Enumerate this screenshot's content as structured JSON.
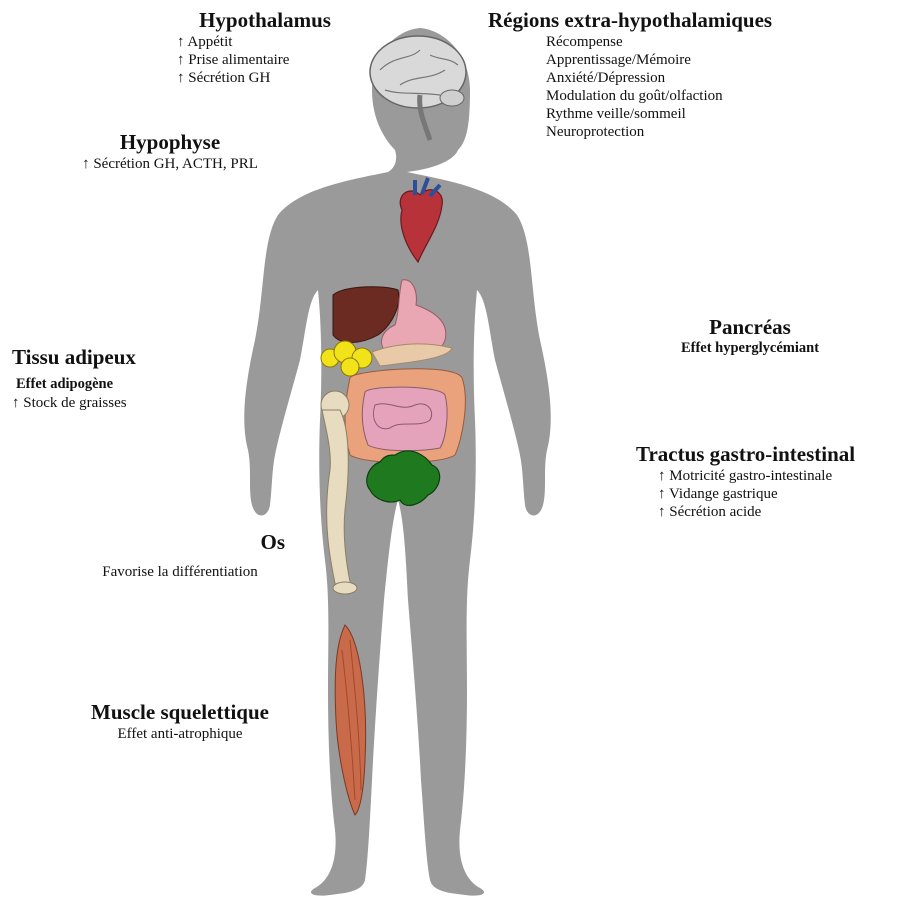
{
  "labels": {
    "hypothalamus": {
      "title": "Hypothalamus",
      "items": [
        "↑ Appétit",
        "↑ Prise alimentaire",
        "↑ Sécrétion GH"
      ]
    },
    "extra_hypothalamic": {
      "title": "Régions extra-hypothalamiques",
      "items": [
        "Récompense",
        "Apprentissage/Mémoire",
        "Anxiété/Dépression",
        "Modulation du goût/olfaction",
        "Rythme veille/sommeil",
        "Neuroprotection"
      ]
    },
    "hypophyse": {
      "title": "Hypophyse",
      "items": [
        "↑ Sécrétion GH, ACTH, PRL"
      ]
    },
    "tissu_adipeux": {
      "title": "Tissu adipeux",
      "subtitle": "Effet adipogène",
      "items": [
        "↑ Stock de graisses"
      ]
    },
    "pancreas": {
      "title": "Pancréas",
      "subtitle": "Effet hyperglycémiant"
    },
    "tractus": {
      "title": "Tractus gastro-intestinal",
      "items": [
        "↑ Motricité gastro-intestinale",
        "↑ Vidange gastrique",
        "↑ Sécrétion acide"
      ]
    },
    "os": {
      "title": "Os",
      "items": [
        "Favorise la différentiation"
      ]
    },
    "muscle": {
      "title": "Muscle squelettique",
      "items": [
        "Effet anti-atrophique"
      ]
    }
  },
  "colors": {
    "body_silhouette": "#9a9a9a",
    "heart": "#b8323a",
    "liver": "#6b2a22",
    "stomach": "#e9a7b4",
    "intestine_large": "#e9a27c",
    "intestine_small": "#e4a3bb",
    "gallbladder_fat": "#f2e21a",
    "pancreas": "#e8c9a8",
    "bladder_leaf": "#1f7a1f",
    "bone": "#e8dcc0",
    "muscle": "#c96a4a",
    "brain": "#d9d9d9"
  },
  "icons": [
    "brain-icon",
    "heart-icon",
    "liver-icon",
    "stomach-icon",
    "intestine-icon",
    "fat-cells-icon",
    "pancreas-icon",
    "leaf-organ-icon",
    "femur-icon",
    "muscle-icon"
  ]
}
